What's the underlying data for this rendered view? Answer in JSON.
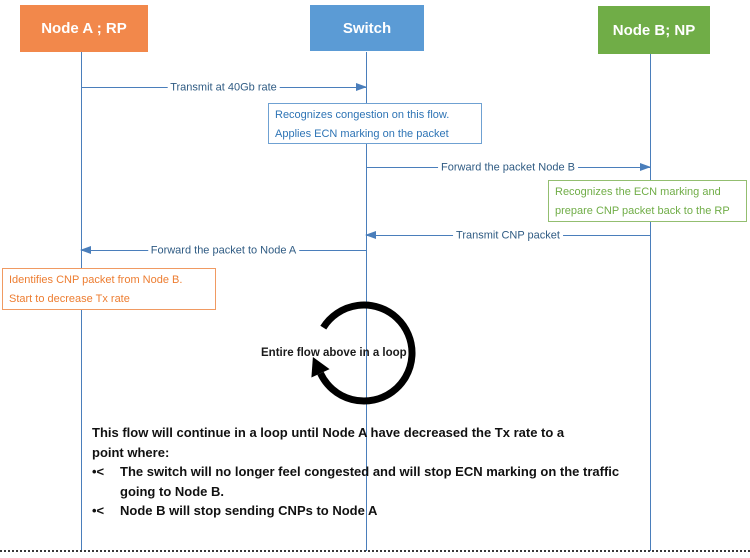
{
  "diagram": {
    "actors": [
      {
        "id": "node-a",
        "label": "Node A ; RP",
        "color": "#F2884B"
      },
      {
        "id": "switch",
        "label": "Switch",
        "color": "#5B9BD5"
      },
      {
        "id": "node-b",
        "label": "Node B; NP",
        "color": "#70AD47"
      }
    ],
    "messages": [
      {
        "label": "Transmit at 40Gb rate",
        "from": "node-a",
        "to": "switch",
        "direction": "right"
      },
      {
        "label": "Forward the packet Node B",
        "from": "switch",
        "to": "node-b",
        "direction": "right"
      },
      {
        "label": "Transmit CNP packet",
        "from": "node-b",
        "to": "switch",
        "direction": "left"
      },
      {
        "label": "Forward the packet to Node A",
        "from": "switch",
        "to": "node-a",
        "direction": "left"
      }
    ],
    "notes": [
      {
        "owner": "switch",
        "color": "#2E74B5",
        "lines": [
          "Recognizes congestion on this flow.",
          "Applies ECN marking on the packet"
        ]
      },
      {
        "owner": "node-b",
        "color": "#70AD47",
        "lines": [
          "Recognizes the ECN marking and",
          "prepare CNP packet back to the RP"
        ]
      },
      {
        "owner": "node-a",
        "color": "#ED7D31",
        "lines": [
          "Identifies CNP packet from Node B.",
          "Start to decrease Tx rate"
        ]
      }
    ],
    "loop_label": "Entire flow above in a loop",
    "summary": {
      "intro_line1": "This flow will continue in a loop until Node A have decreased the Tx rate to a",
      "intro_line2": "point where:",
      "bullet_marker": "•<",
      "bullets": [
        "The switch will no longer feel congested and will stop ECN marking on the traffic going to Node B.",
        "Node B will stop sending CNPs to Node A"
      ]
    },
    "line_color": "#4A7EBB"
  }
}
